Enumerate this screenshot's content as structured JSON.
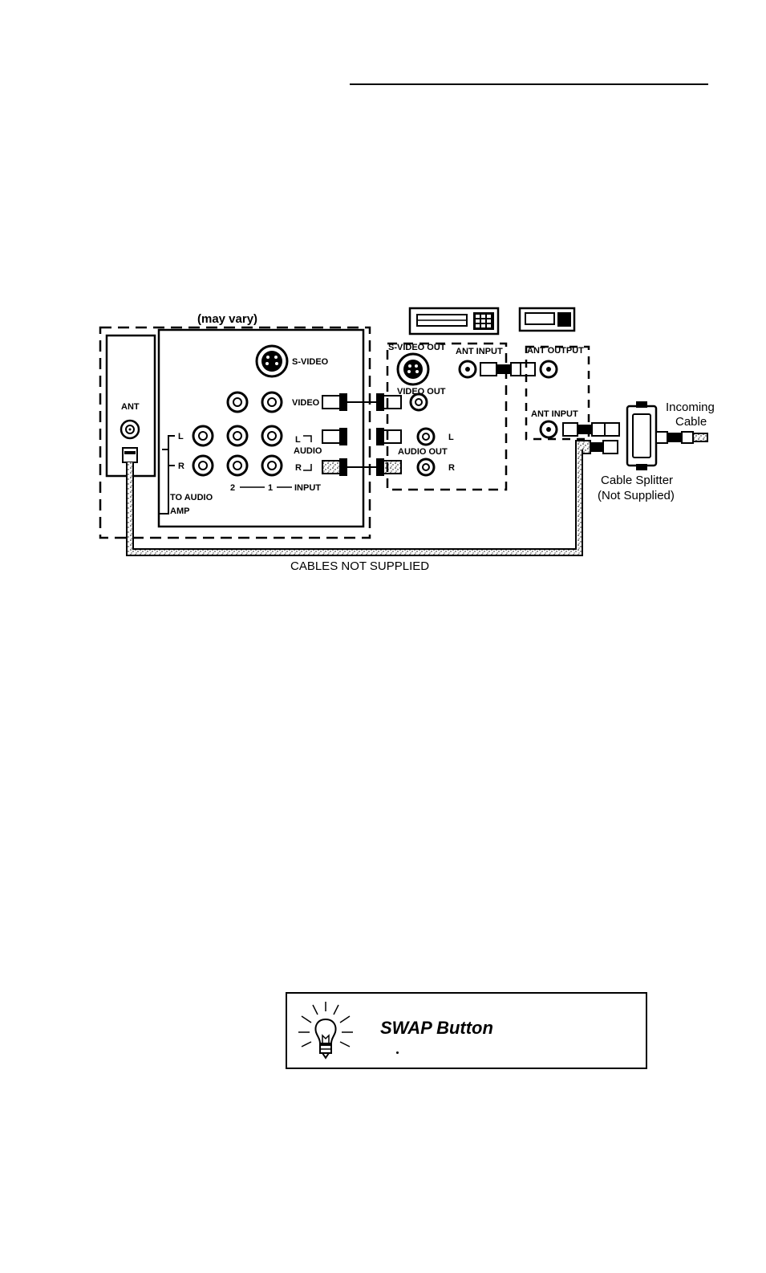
{
  "diagram": {
    "may_vary": "(may vary)",
    "tv_panel": {
      "s_video": "S-VIDEO",
      "ant": "ANT",
      "video": "VIDEO",
      "audio": "AUDIO",
      "l": "L",
      "r": "R",
      "to_audio": "TO AUDIO",
      "amp": "AMP",
      "input_2": "2",
      "input_1": "1",
      "input": "INPUT"
    },
    "vcr": {
      "s_video_out": "S-VIDEO OUT",
      "ant_input": "ANT INPUT",
      "video_out": "VIDEO OUT",
      "audio_out": "AUDIO OUT",
      "l": "L",
      "r": "R"
    },
    "cable_box": {
      "ant_output": "ANT OUTPUT",
      "ant_input": "ANT INPUT"
    },
    "incoming_line1": "Incoming",
    "incoming_line2": "Cable",
    "splitter_line1": "Cable Splitter",
    "splitter_line2": "(Not Supplied)",
    "cables_note": "CABLES NOT SUPPLIED"
  },
  "tip": {
    "title": "SWAP Button",
    "icon": "light-bulb-icon"
  }
}
